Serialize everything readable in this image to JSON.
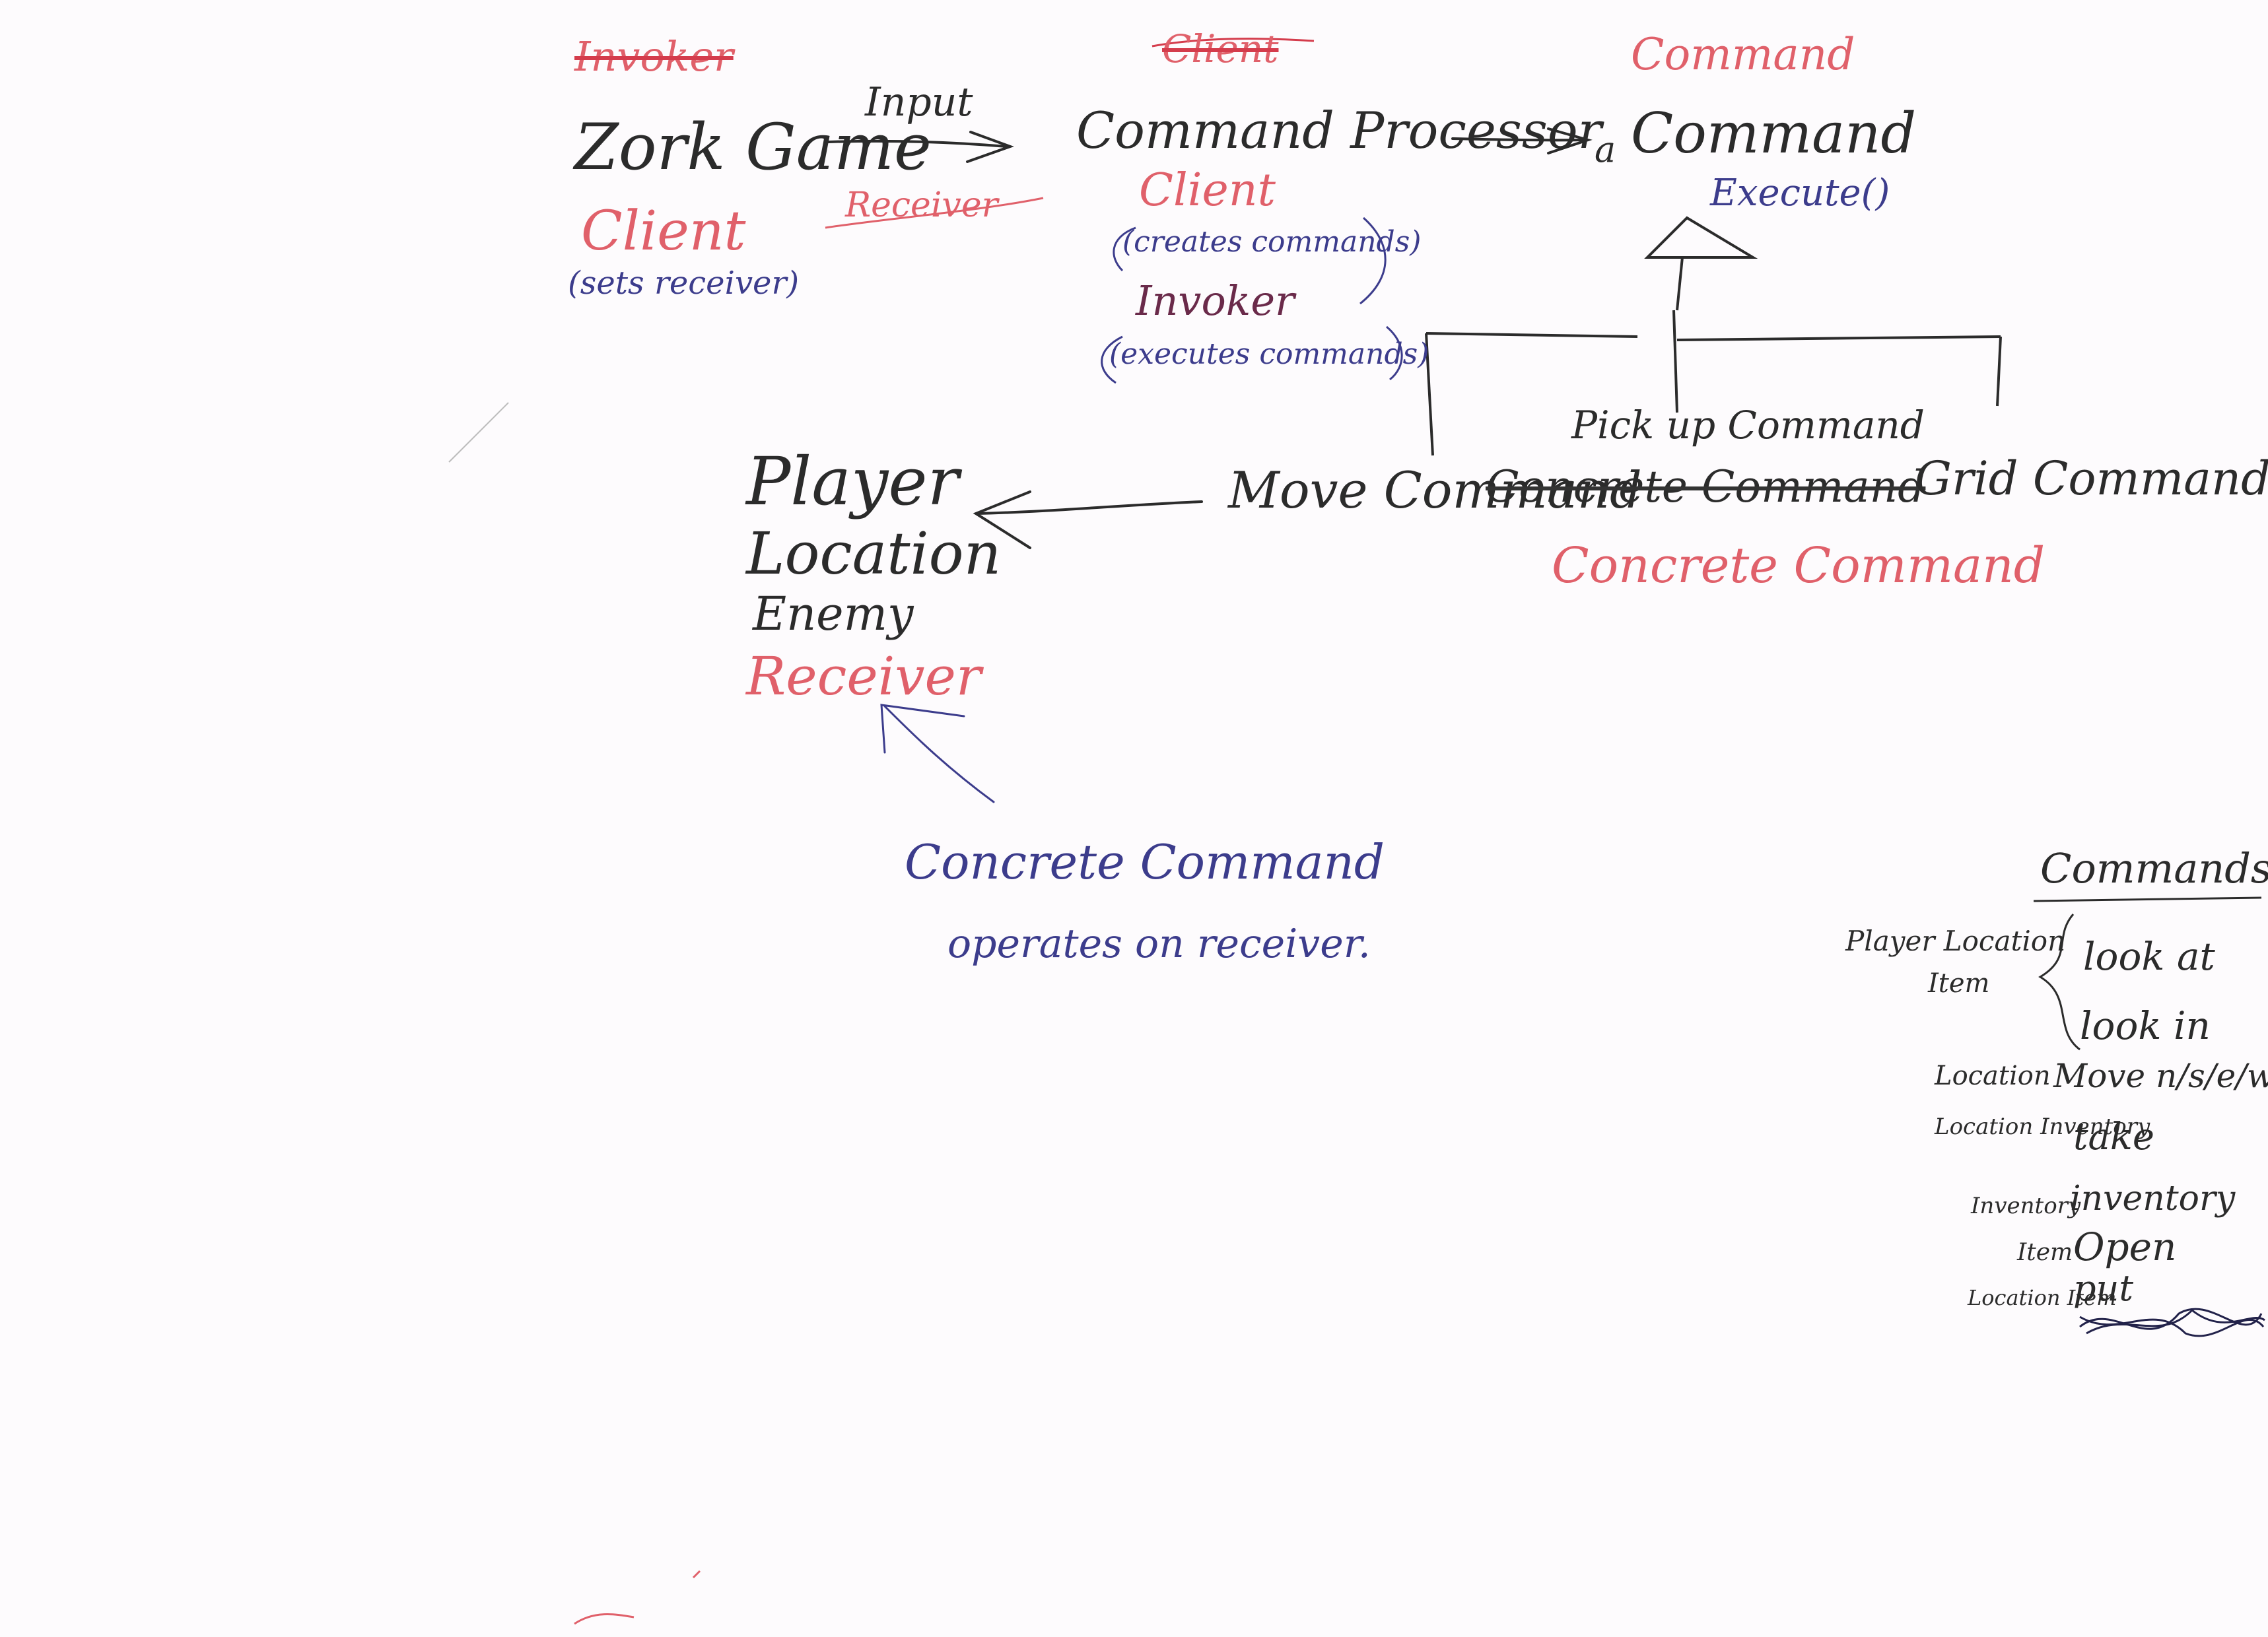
{
  "diagram": {
    "crossed_out_words": [
      "Invoker",
      "Client"
    ],
    "zork_game": {
      "label": "Zork Game",
      "role": "Client",
      "note": "(sets receiver)"
    },
    "input_arrow": {
      "label": "Input",
      "role": "Receiver"
    },
    "command_processor": {
      "label": "Command Processor",
      "role_client": "Client",
      "note_client": "(creates commands)",
      "role_invoker": "Invoker",
      "note_invoker": "(executes commands)"
    },
    "command_interface": {
      "role": "Command",
      "prefix": "a",
      "label": "Command",
      "method": "Execute()"
    },
    "concrete_commands": {
      "move": "Move Command",
      "pickup": "Pick up Command",
      "concrete_crossed": "Concrete Command",
      "grid": "Grid Command",
      "role": "Concrete Command"
    },
    "receivers": {
      "items": [
        "Player",
        "Location",
        "Enemy"
      ],
      "role": "Receiver"
    },
    "concrete_note": {
      "line1": "Concrete Command",
      "line2": "operates on receiver."
    },
    "commands_list": {
      "title": "Commands",
      "rows": [
        {
          "receiver": "Player Location",
          "command": "look at"
        },
        {
          "receiver": "Item",
          "command": "look in"
        },
        {
          "receiver": "Location",
          "command": "Move n/s/e/w"
        },
        {
          "receiver": "Location Inventory",
          "command": "take"
        },
        {
          "receiver": "Inventory",
          "command": "inventory"
        },
        {
          "receiver": "Item",
          "command": "Open"
        },
        {
          "receiver": "Location Item",
          "command": "put"
        }
      ]
    }
  },
  "colors": {
    "black_ink": "#2b2b2b",
    "red_ink": "#e0606a",
    "blue_ink": "#3c3c8c",
    "paper": "#fdfbfd"
  }
}
